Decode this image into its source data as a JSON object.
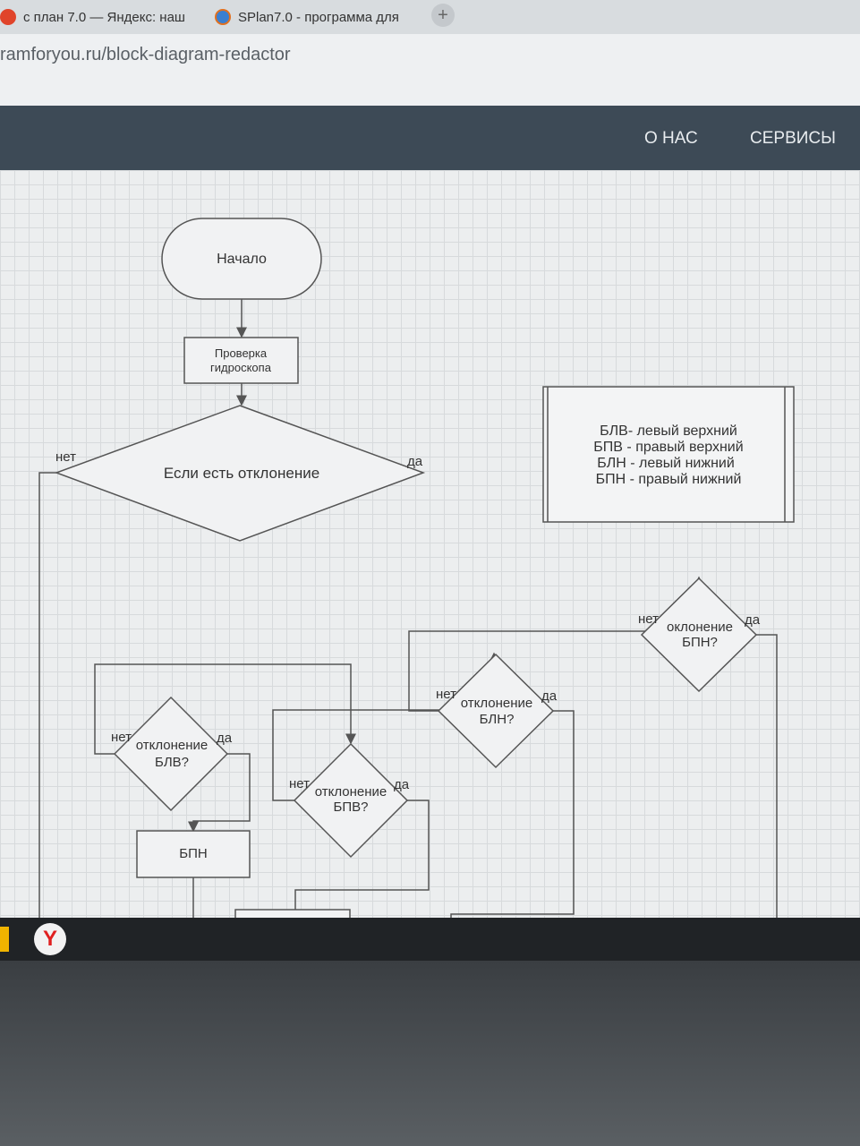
{
  "browser": {
    "tabs": [
      {
        "label": "с план 7.0 — Яндекс: наш"
      },
      {
        "label": "SPlan7.0 - программа для"
      }
    ],
    "new_tab": "+",
    "url": "ramforyou.ru/block-diagram-redactor"
  },
  "site_nav": {
    "about": "О НАС",
    "services": "СЕРВИСЫ"
  },
  "diagram": {
    "start": "Начало",
    "check_line1": "Проверка",
    "check_line2": "гидроскопа",
    "decision_main": "Если есть отклонение",
    "no": "нет",
    "yes": "да",
    "legend": [
      "БЛВ- левый верхний",
      "БПВ - правый верхний",
      "БЛН - левый нижний",
      "БПН - правый нижний"
    ],
    "d1_line1": "отклонение",
    "d1_line2": "БЛВ?",
    "d2_line1": "отклонение",
    "d2_line2": "БПВ?",
    "d3_line1": "отклонение",
    "d3_line2": "БЛН?",
    "d4_line1": "оклонение",
    "d4_line2": "БПН?",
    "box_bpn": "БПН"
  },
  "taskbar": {
    "browser_icon": "Y"
  },
  "colors": {
    "nav_bg": "#3d4a56",
    "canvas_bg": "#eceeef",
    "line": "#555555"
  }
}
